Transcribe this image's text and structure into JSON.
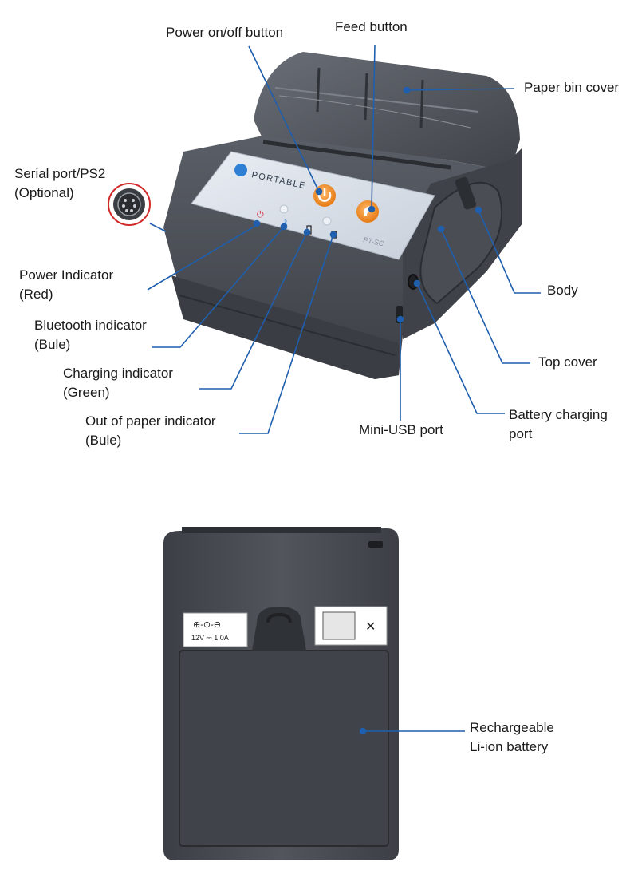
{
  "labels": {
    "power_button": "Power on/off button",
    "feed_button": "Feed button",
    "paper_bin_cover": "Paper bin cover",
    "serial_port": "Serial port/PS2\n(Optional)",
    "power_indicator": "Power Indicator\n(Red)",
    "bluetooth_indicator": "Bluetooth indicator\n(Bule)",
    "charging_indicator": "Charging indicator\n(Green)",
    "out_of_paper_indicator": "Out of paper indicator\n(Bule)",
    "body": "Body",
    "top_cover": "Top cover",
    "battery_charging_port": "Battery charging\nport",
    "mini_usb_port": "Mini-USB port",
    "battery": "Rechargeable\nLi-ion battery"
  },
  "panel": {
    "brand": "PORTABLE",
    "model": "PT-SC"
  },
  "sticker": {
    "rating": "12V ⎓ 1.0A"
  },
  "colors": {
    "leader": "#1f5fae",
    "body": "#4b4e56",
    "body_dark": "#33363c",
    "panel": "#d8dde6",
    "button": "#f08a24"
  }
}
